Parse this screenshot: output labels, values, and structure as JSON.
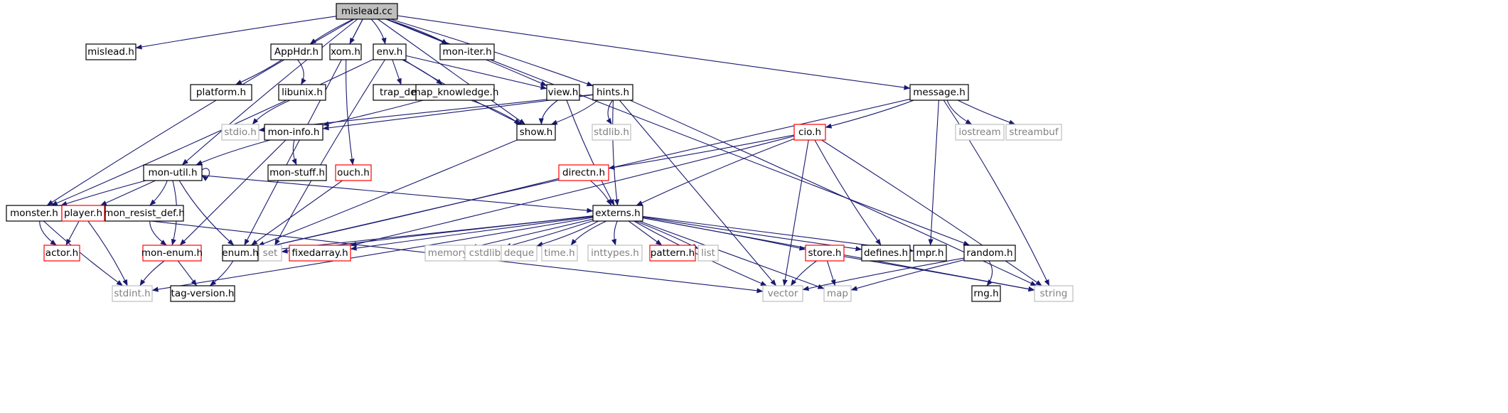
{
  "diagram": {
    "title": "",
    "colors": {
      "root_fill": "#bfbfbf",
      "node_border": "#000000",
      "link_border": "#ff0000",
      "external_border": "#bfbfbf",
      "external_text": "#808080",
      "edge": "#191970"
    },
    "nodes": [
      {
        "id": "mislead-cc",
        "label": "mislead.cc",
        "kind": "root"
      },
      {
        "id": "mislead-h",
        "label": "mislead.h",
        "kind": "normal"
      },
      {
        "id": "apphdr-h",
        "label": "AppHdr.h",
        "kind": "normal"
      },
      {
        "id": "xom-h",
        "label": "xom.h",
        "kind": "normal"
      },
      {
        "id": "env-h",
        "label": "env.h",
        "kind": "normal"
      },
      {
        "id": "mon-iter-h",
        "label": "mon-iter.h",
        "kind": "normal"
      },
      {
        "id": "platform-h",
        "label": "platform.h",
        "kind": "normal"
      },
      {
        "id": "libunix-h",
        "label": "libunix.h",
        "kind": "normal"
      },
      {
        "id": "trap-def-h",
        "label": "trap_def.h",
        "kind": "normal"
      },
      {
        "id": "map-knowledge-h",
        "label": "map_knowledge.h",
        "kind": "normal"
      },
      {
        "id": "view-h",
        "label": "view.h",
        "kind": "normal"
      },
      {
        "id": "hints-h",
        "label": "hints.h",
        "kind": "normal"
      },
      {
        "id": "message-h",
        "label": "message.h",
        "kind": "normal"
      },
      {
        "id": "stdio-h",
        "label": "stdio.h",
        "kind": "external"
      },
      {
        "id": "mon-info-h",
        "label": "mon-info.h",
        "kind": "normal"
      },
      {
        "id": "show-h",
        "label": "show.h",
        "kind": "normal"
      },
      {
        "id": "stdlib-h",
        "label": "stdlib.h",
        "kind": "external"
      },
      {
        "id": "cio-h",
        "label": "cio.h",
        "kind": "link"
      },
      {
        "id": "iostream",
        "label": "iostream",
        "kind": "external"
      },
      {
        "id": "streambuf",
        "label": "streambuf",
        "kind": "external"
      },
      {
        "id": "mon-util-h",
        "label": "mon-util.h",
        "kind": "normal"
      },
      {
        "id": "mon-stuff-h",
        "label": "mon-stuff.h",
        "kind": "normal"
      },
      {
        "id": "ouch-h",
        "label": "ouch.h",
        "kind": "link"
      },
      {
        "id": "directn-h",
        "label": "directn.h",
        "kind": "link"
      },
      {
        "id": "monster-h",
        "label": "monster.h",
        "kind": "normal"
      },
      {
        "id": "player-h",
        "label": "player.h",
        "kind": "link"
      },
      {
        "id": "mon-resist-def-h",
        "label": "mon_resist_def.h",
        "kind": "normal"
      },
      {
        "id": "externs-h",
        "label": "externs.h",
        "kind": "normal"
      },
      {
        "id": "actor-h",
        "label": "actor.h",
        "kind": "link"
      },
      {
        "id": "mon-enum-h",
        "label": "mon-enum.h",
        "kind": "link"
      },
      {
        "id": "enum-h",
        "label": "enum.h",
        "kind": "normal"
      },
      {
        "id": "set",
        "label": "set",
        "kind": "external"
      },
      {
        "id": "fixedarray-h",
        "label": "fixedarray.h",
        "kind": "link"
      },
      {
        "id": "memory",
        "label": "memory",
        "kind": "external"
      },
      {
        "id": "cstdlib",
        "label": "cstdlib",
        "kind": "external"
      },
      {
        "id": "deque",
        "label": "deque",
        "kind": "external"
      },
      {
        "id": "time-h",
        "label": "time.h",
        "kind": "external"
      },
      {
        "id": "inttypes-h",
        "label": "inttypes.h",
        "kind": "external"
      },
      {
        "id": "pattern-h",
        "label": "pattern.h",
        "kind": "link"
      },
      {
        "id": "list",
        "label": "list",
        "kind": "external"
      },
      {
        "id": "store-h",
        "label": "store.h",
        "kind": "link"
      },
      {
        "id": "defines-h",
        "label": "defines.h",
        "kind": "normal"
      },
      {
        "id": "mpr-h",
        "label": "mpr.h",
        "kind": "normal"
      },
      {
        "id": "random-h",
        "label": "random.h",
        "kind": "normal"
      },
      {
        "id": "stdint-h",
        "label": "stdint.h",
        "kind": "external"
      },
      {
        "id": "tag-version-h",
        "label": "tag-version.h",
        "kind": "normal"
      },
      {
        "id": "vector",
        "label": "vector",
        "kind": "external"
      },
      {
        "id": "map",
        "label": "map",
        "kind": "external"
      },
      {
        "id": "rng-h",
        "label": "rng.h",
        "kind": "normal"
      },
      {
        "id": "string",
        "label": "string",
        "kind": "external"
      }
    ],
    "edges": [
      [
        "mislead-cc",
        "mislead-h"
      ],
      [
        "mislead-cc",
        "apphdr-h"
      ],
      [
        "mislead-cc",
        "xom-h"
      ],
      [
        "mislead-cc",
        "env-h"
      ],
      [
        "mislead-cc",
        "mon-iter-h"
      ],
      [
        "mislead-cc",
        "monster-h"
      ],
      [
        "mislead-cc",
        "mon-util-h"
      ],
      [
        "mislead-cc",
        "enum-h"
      ],
      [
        "mislead-cc",
        "view-h"
      ],
      [
        "mislead-cc",
        "hints-h"
      ],
      [
        "mislead-cc",
        "message-h"
      ],
      [
        "mislead-cc",
        "random-h"
      ],
      [
        "mislead-cc",
        "show-h"
      ],
      [
        "apphdr-h",
        "platform-h"
      ],
      [
        "apphdr-h",
        "libunix-h"
      ],
      [
        "libunix-h",
        "stdio-h"
      ],
      [
        "xom-h",
        "ouch-h"
      ],
      [
        "env-h",
        "trap-def-h"
      ],
      [
        "env-h",
        "map-knowledge-h"
      ],
      [
        "env-h",
        "monster-h"
      ],
      [
        "env-h",
        "show-h"
      ],
      [
        "env-h",
        "set"
      ],
      [
        "env-h",
        "view-h"
      ],
      [
        "map-knowledge-h",
        "mon-info-h"
      ],
      [
        "map-knowledge-h",
        "show-h"
      ],
      [
        "view-h",
        "show-h"
      ],
      [
        "view-h",
        "externs-h"
      ],
      [
        "hints-h",
        "stdio-h"
      ],
      [
        "hints-h",
        "mon-info-h"
      ],
      [
        "hints-h",
        "show-h"
      ],
      [
        "hints-h",
        "stdlib-h"
      ],
      [
        "hints-h",
        "externs-h"
      ],
      [
        "hints-h",
        "vector"
      ],
      [
        "hints-h",
        "string"
      ],
      [
        "message-h",
        "cio-h"
      ],
      [
        "message-h",
        "iostream"
      ],
      [
        "message-h",
        "streambuf"
      ],
      [
        "message-h",
        "mpr-h"
      ],
      [
        "message-h",
        "enum-h"
      ],
      [
        "message-h",
        "string"
      ],
      [
        "mon-info-h",
        "mon-util-h"
      ],
      [
        "mon-info-h",
        "mon-stuff-h"
      ],
      [
        "mon-info-h",
        "mon-enum-h"
      ],
      [
        "show-h",
        "enum-h"
      ],
      [
        "cio-h",
        "directn-h"
      ],
      [
        "cio-h",
        "externs-h"
      ],
      [
        "cio-h",
        "defines-h"
      ],
      [
        "cio-h",
        "vector"
      ],
      [
        "cio-h",
        "string"
      ],
      [
        "cio-h",
        "fixedarray-h"
      ],
      [
        "mon-util-h",
        "mon-util-h"
      ],
      [
        "mon-util-h",
        "monster-h"
      ],
      [
        "mon-util-h",
        "player-h"
      ],
      [
        "mon-util-h",
        "mon-resist-def-h"
      ],
      [
        "mon-util-h",
        "mon-enum-h"
      ],
      [
        "mon-util-h",
        "enum-h"
      ],
      [
        "mon-util-h",
        "externs-h"
      ],
      [
        "ouch-h",
        "enum-h"
      ],
      [
        "directn-h",
        "externs-h"
      ],
      [
        "directn-h",
        "enum-h"
      ],
      [
        "monster-h",
        "actor-h"
      ],
      [
        "monster-h",
        "stdint-h"
      ],
      [
        "player-h",
        "actor-h"
      ],
      [
        "player-h",
        "stdint-h"
      ],
      [
        "player-h",
        "vector"
      ],
      [
        "mon-resist-def-h",
        "mon-enum-h"
      ],
      [
        "mon-enum-h",
        "stdint-h"
      ],
      [
        "mon-enum-h",
        "tag-version-h"
      ],
      [
        "enum-h",
        "tag-version-h"
      ],
      [
        "externs-h",
        "enum-h"
      ],
      [
        "externs-h",
        "set"
      ],
      [
        "externs-h",
        "fixedarray-h"
      ],
      [
        "externs-h",
        "memory"
      ],
      [
        "externs-h",
        "cstdlib"
      ],
      [
        "externs-h",
        "deque"
      ],
      [
        "externs-h",
        "time-h"
      ],
      [
        "externs-h",
        "inttypes-h"
      ],
      [
        "externs-h",
        "pattern-h"
      ],
      [
        "externs-h",
        "list"
      ],
      [
        "externs-h",
        "store-h"
      ],
      [
        "externs-h",
        "defines-h"
      ],
      [
        "externs-h",
        "mpr-h"
      ],
      [
        "externs-h",
        "map"
      ],
      [
        "externs-h",
        "string"
      ],
      [
        "externs-h",
        "stdint-h"
      ],
      [
        "externs-h",
        "vector"
      ],
      [
        "store-h",
        "vector"
      ],
      [
        "store-h",
        "map"
      ],
      [
        "store-h",
        "string"
      ],
      [
        "random-h",
        "rng-h"
      ],
      [
        "random-h",
        "vector"
      ],
      [
        "random-h",
        "map"
      ]
    ]
  }
}
